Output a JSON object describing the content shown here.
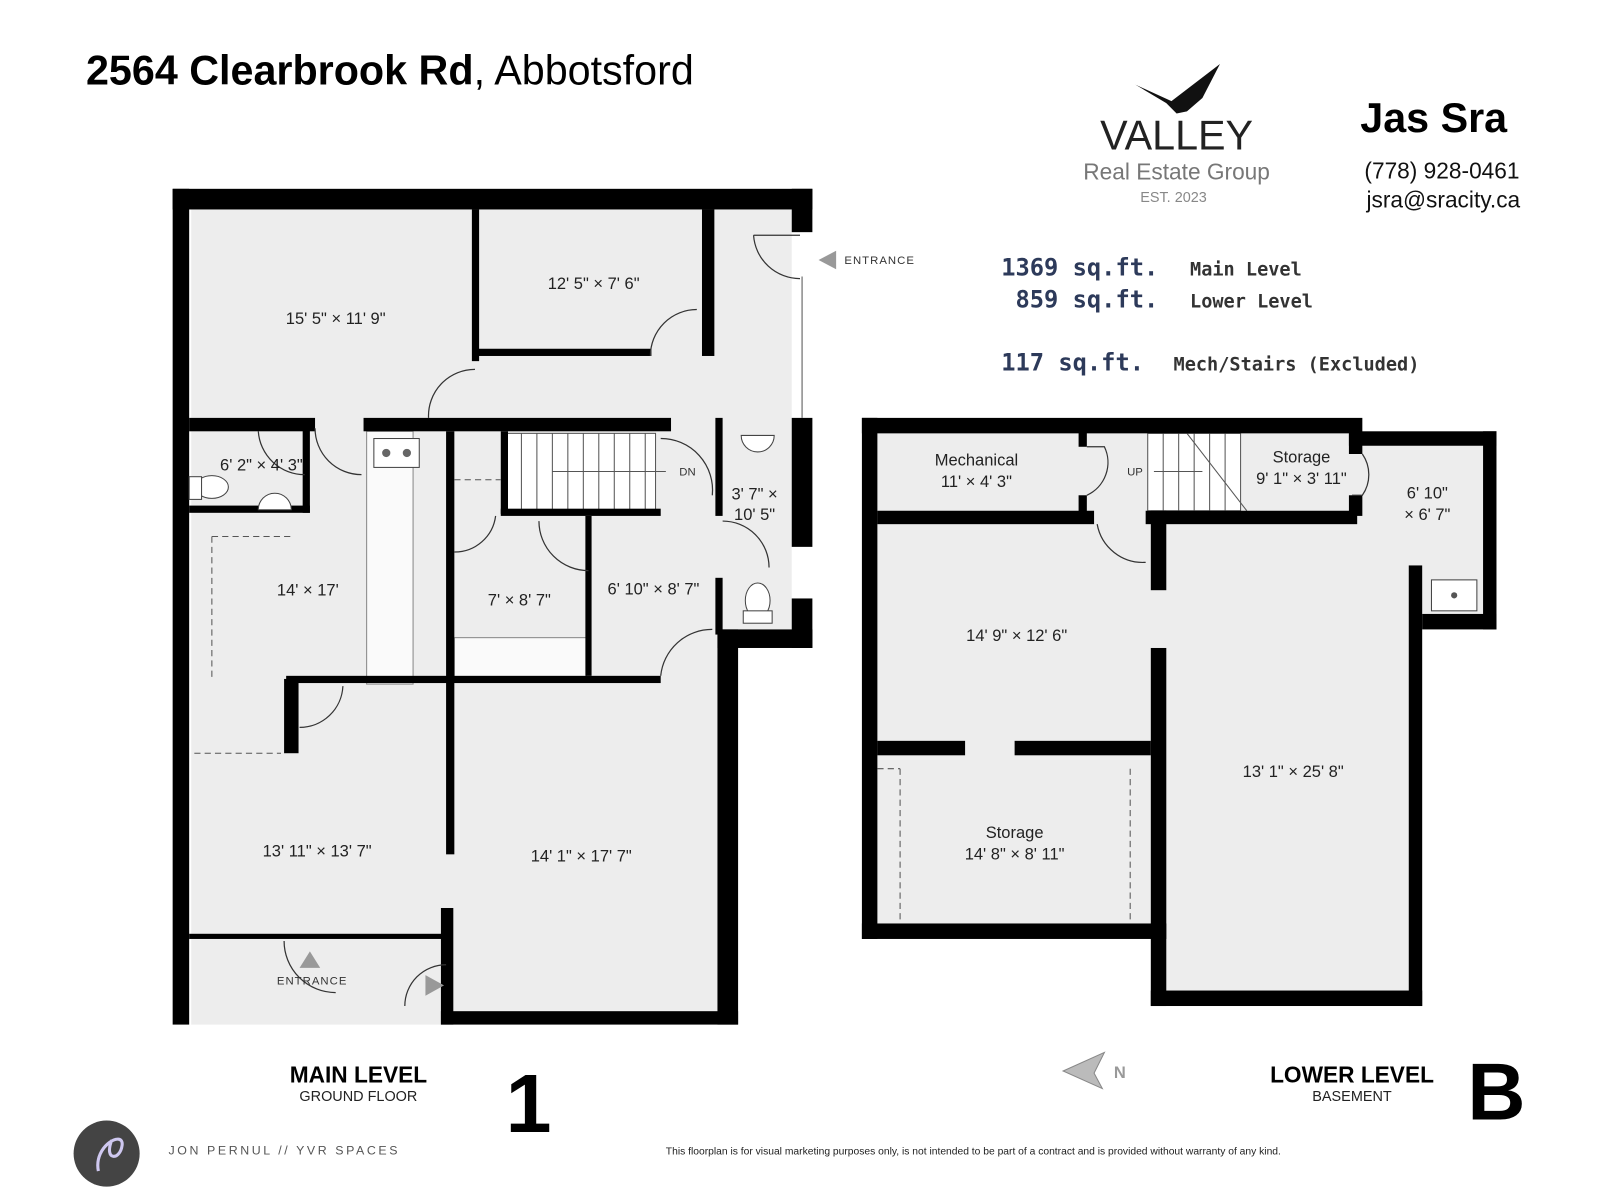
{
  "header": {
    "address_bold": "2564 Clearbrook Rd",
    "address_city": ", Abbotsford"
  },
  "brand": {
    "name": "VALLEY",
    "subtitle": "Real Estate Group",
    "established": "EST. 2023",
    "logo_icon": "eagle-icon"
  },
  "agent": {
    "name": "Jas Sra",
    "phone": "(778) 928-0461",
    "email": "jsra@sracity.ca"
  },
  "areas": [
    {
      "value": "1369 sq.ft.",
      "label": "Main Level"
    },
    {
      "value": " 859 sq.ft.",
      "label": "Lower Level"
    },
    {
      "value": "117 sq.ft.",
      "label": "Mech/Stairs (Excluded)"
    }
  ],
  "main_level": {
    "title": "MAIN LEVEL",
    "subtitle": "GROUND FLOOR",
    "number": "1",
    "entrance_labels": [
      "ENTRANCE",
      "ENTRANCE"
    ],
    "stair_label": "DN",
    "rooms": [
      "15' 5\" × 11' 9\"",
      "12' 5\" × 7' 6\"",
      "6' 2\" × 4' 3\"",
      "14' × 17'",
      "7' × 8' 7\"",
      "6' 10\" × 8' 7\"",
      "3' 7\" ×",
      "10' 5\"",
      "13' 11\" × 13' 7\"",
      "14' 1\" × 17' 7\""
    ]
  },
  "lower_level": {
    "title": "LOWER LEVEL",
    "subtitle": "BASEMENT",
    "letter": "B",
    "stair_label": "UP",
    "rooms": [
      "Mechanical",
      "11' × 4' 3\"",
      "Storage",
      "9' 1\" × 3' 11\"",
      "6' 10\"",
      "× 6' 7\"",
      "14' 9\" × 12' 6\"",
      "13' 1\" × 25' 8\"",
      "Storage",
      "14' 8\" × 8' 11\""
    ]
  },
  "compass": {
    "label": "N"
  },
  "footer": {
    "credit": "JON PERNUL // YVR SPACES",
    "disclaimer": "This floorplan is for visual marketing purposes only, is not intended to be part of a contract and is provided without warranty of any kind."
  }
}
